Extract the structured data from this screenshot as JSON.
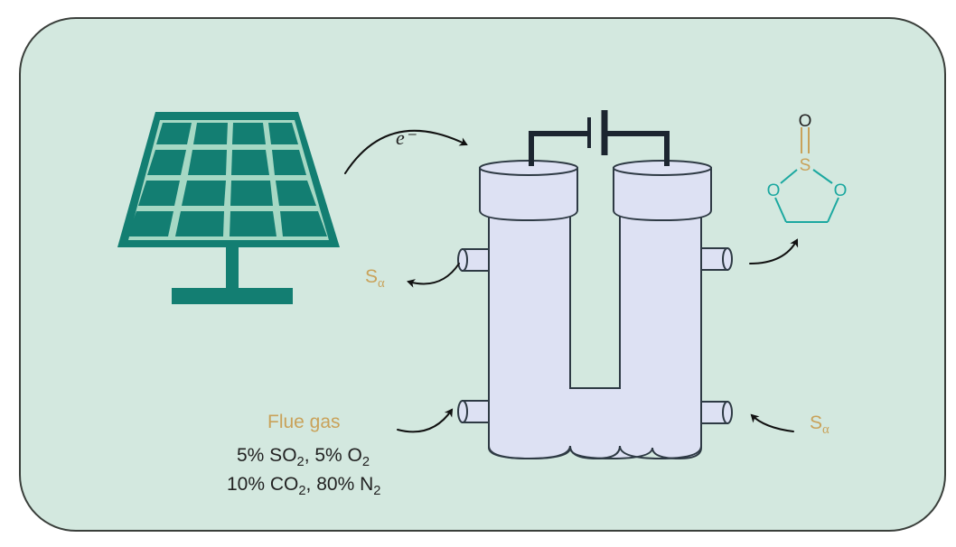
{
  "colors": {
    "background_panel": "#d3e8df",
    "panel_border": "#3a3f3b",
    "solar_teal": "#137e72",
    "solar_grid": "#a6d8c4",
    "cell_fill": "#dde1f3",
    "cell_stroke": "#2e3a44",
    "electrode": "#1c2530",
    "label_gold": "#c9a25a",
    "molecule_teal": "#1ba8a0",
    "molecule_sulfur": "#c9a25a",
    "text_dark": "#222222"
  },
  "labels": {
    "electron": "e⁻",
    "sulfur_left_main": "S",
    "sulfur_left_sub": "α",
    "sulfur_right_main": "S",
    "sulfur_right_sub": "α",
    "flue_gas": "Flue gas",
    "composition_line1": {
      "p1": "5% SO",
      "s1": "2",
      "p2": ", 5% O",
      "s2": "2"
    },
    "composition_line2": {
      "p1": "10% CO",
      "s1": "2",
      "p2": ", 80% N",
      "s2": "2"
    }
  },
  "molecule": {
    "atoms": {
      "top_oxygen": "O",
      "sulfur": "S",
      "left_oxygen": "O",
      "right_oxygen": "O"
    }
  },
  "icons": [
    "solar-panel-icon",
    "h-cell-icon",
    "battery-icon",
    "cyclic-sulfite-molecule-icon"
  ]
}
